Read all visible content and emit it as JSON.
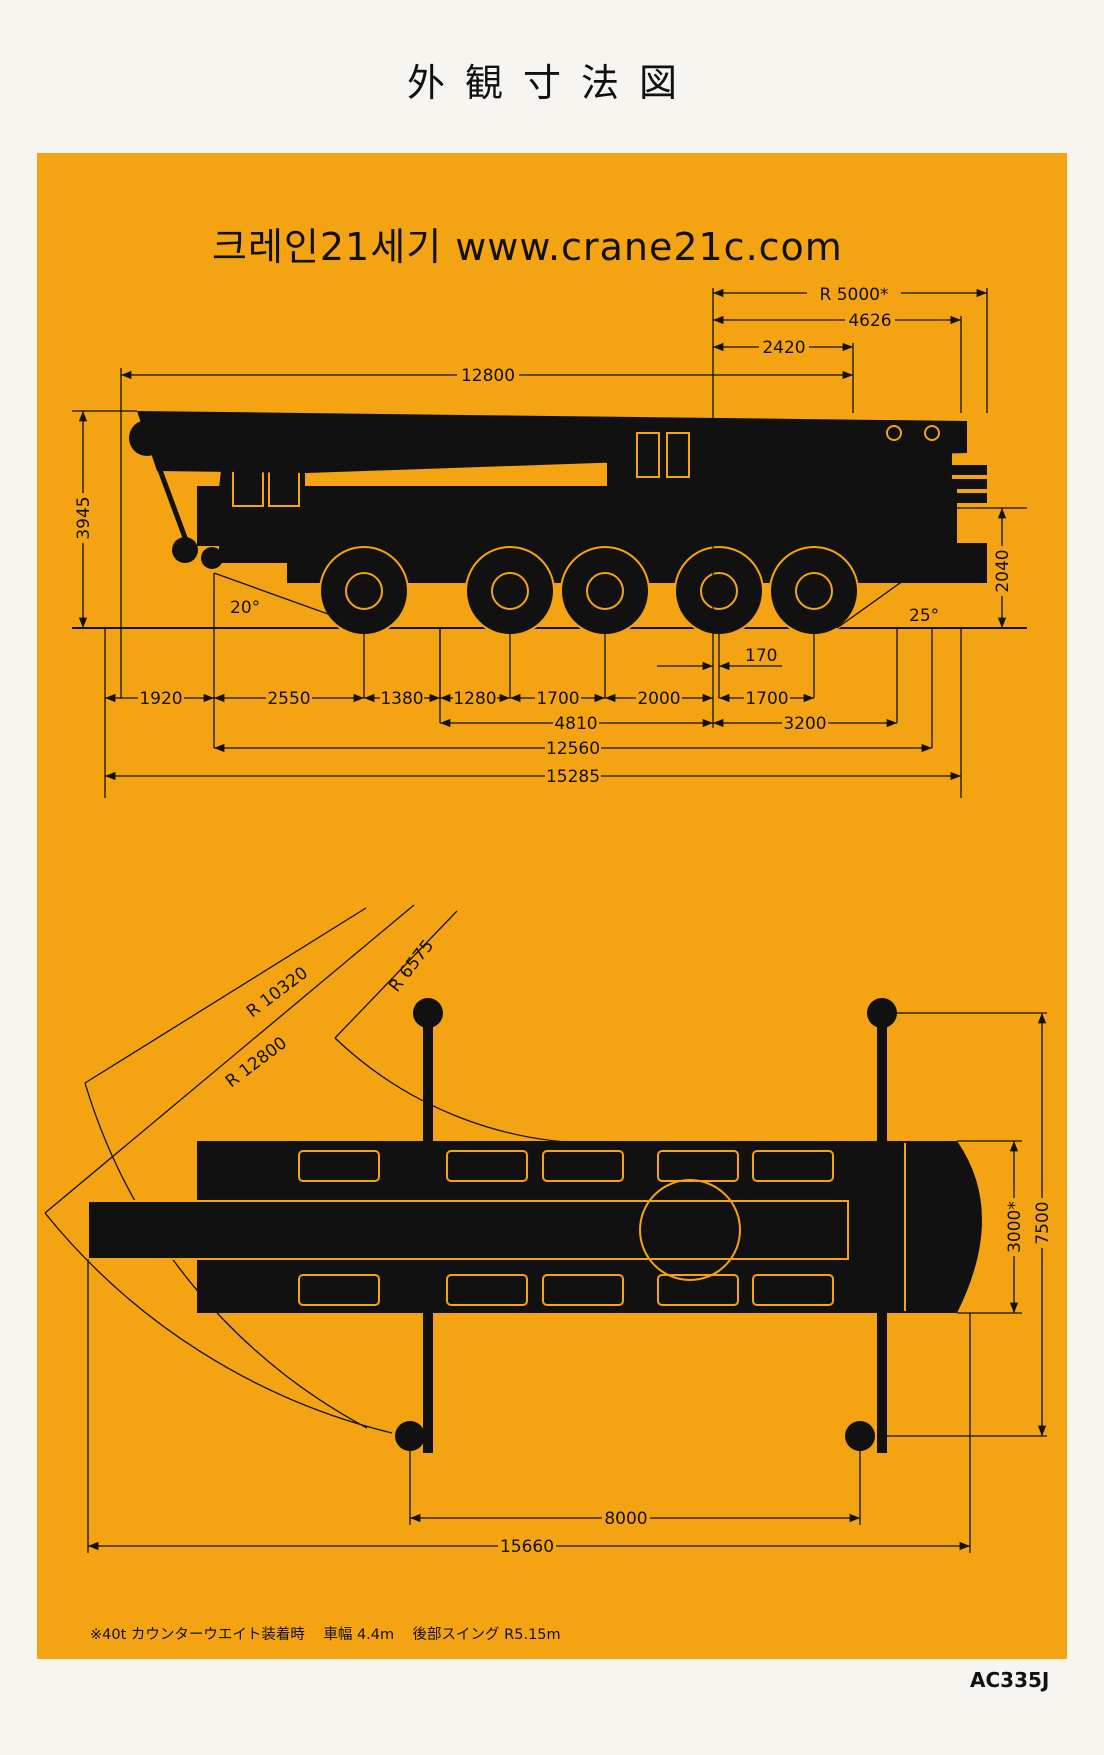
{
  "title": "外観寸法図",
  "website": "크레인21세기  www.crane21c.com",
  "footnote": "※40t カウンターウエイト装着時    車幅 4.4m    後部スイング R5.15m",
  "model": "AC335J",
  "colors": {
    "background": "#f4a312",
    "ink": "#111111"
  },
  "side_view": {
    "radius_5000": "R 5000*",
    "d_4626": "4626",
    "d_2420": "2420",
    "boom_length": "12800",
    "height_total": "3945",
    "height_rear": "2040",
    "angle_front": "20°",
    "angle_rear": "25°",
    "d_170": "170",
    "front_overhang": "1920",
    "axle_2550": "2550",
    "axle_1380": "1380",
    "axle_1280": "1280",
    "axle_1700a": "1700",
    "axle_2000": "2000",
    "axle_1700b": "1700",
    "d_4810": "4810",
    "d_3200": "3200",
    "length_12560": "12560",
    "length_15285": "15285"
  },
  "top_view": {
    "radius_10320": "R 10320",
    "radius_12800": "R 12800",
    "radius_6575": "R 6575",
    "width_3000": "3000*",
    "width_7500": "7500",
    "outrigger_8000": "8000",
    "length_15660": "15660"
  }
}
